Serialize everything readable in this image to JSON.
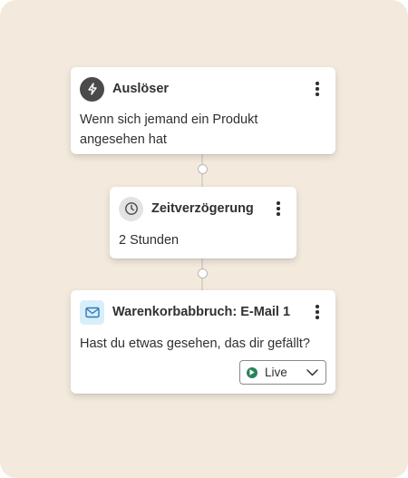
{
  "flow": {
    "trigger": {
      "icon": "lightning-bolt-icon",
      "title": "Auslöser",
      "description": "Wenn sich jemand ein Produkt angesehen hat"
    },
    "delay": {
      "icon": "clock-icon",
      "title": "Zeitverzögerung",
      "value": "2 Stunden"
    },
    "email": {
      "icon": "mail-icon",
      "title": "Warenkorbabbruch: E-Mail 1",
      "subject": "Hast du etwas gesehen, das dir gefällt?",
      "status": {
        "label": "Live",
        "icon": "play-icon",
        "color": "#29845a"
      }
    }
  },
  "colors": {
    "background": "#f3eadd",
    "card": "#ffffff",
    "text": "#303030",
    "trigger_icon_bg": "#4a4a4a",
    "delay_icon_bg": "#e3e3e3",
    "mail_icon_bg": "#d8eef9",
    "mail_icon_stroke": "#2c7ab8"
  }
}
